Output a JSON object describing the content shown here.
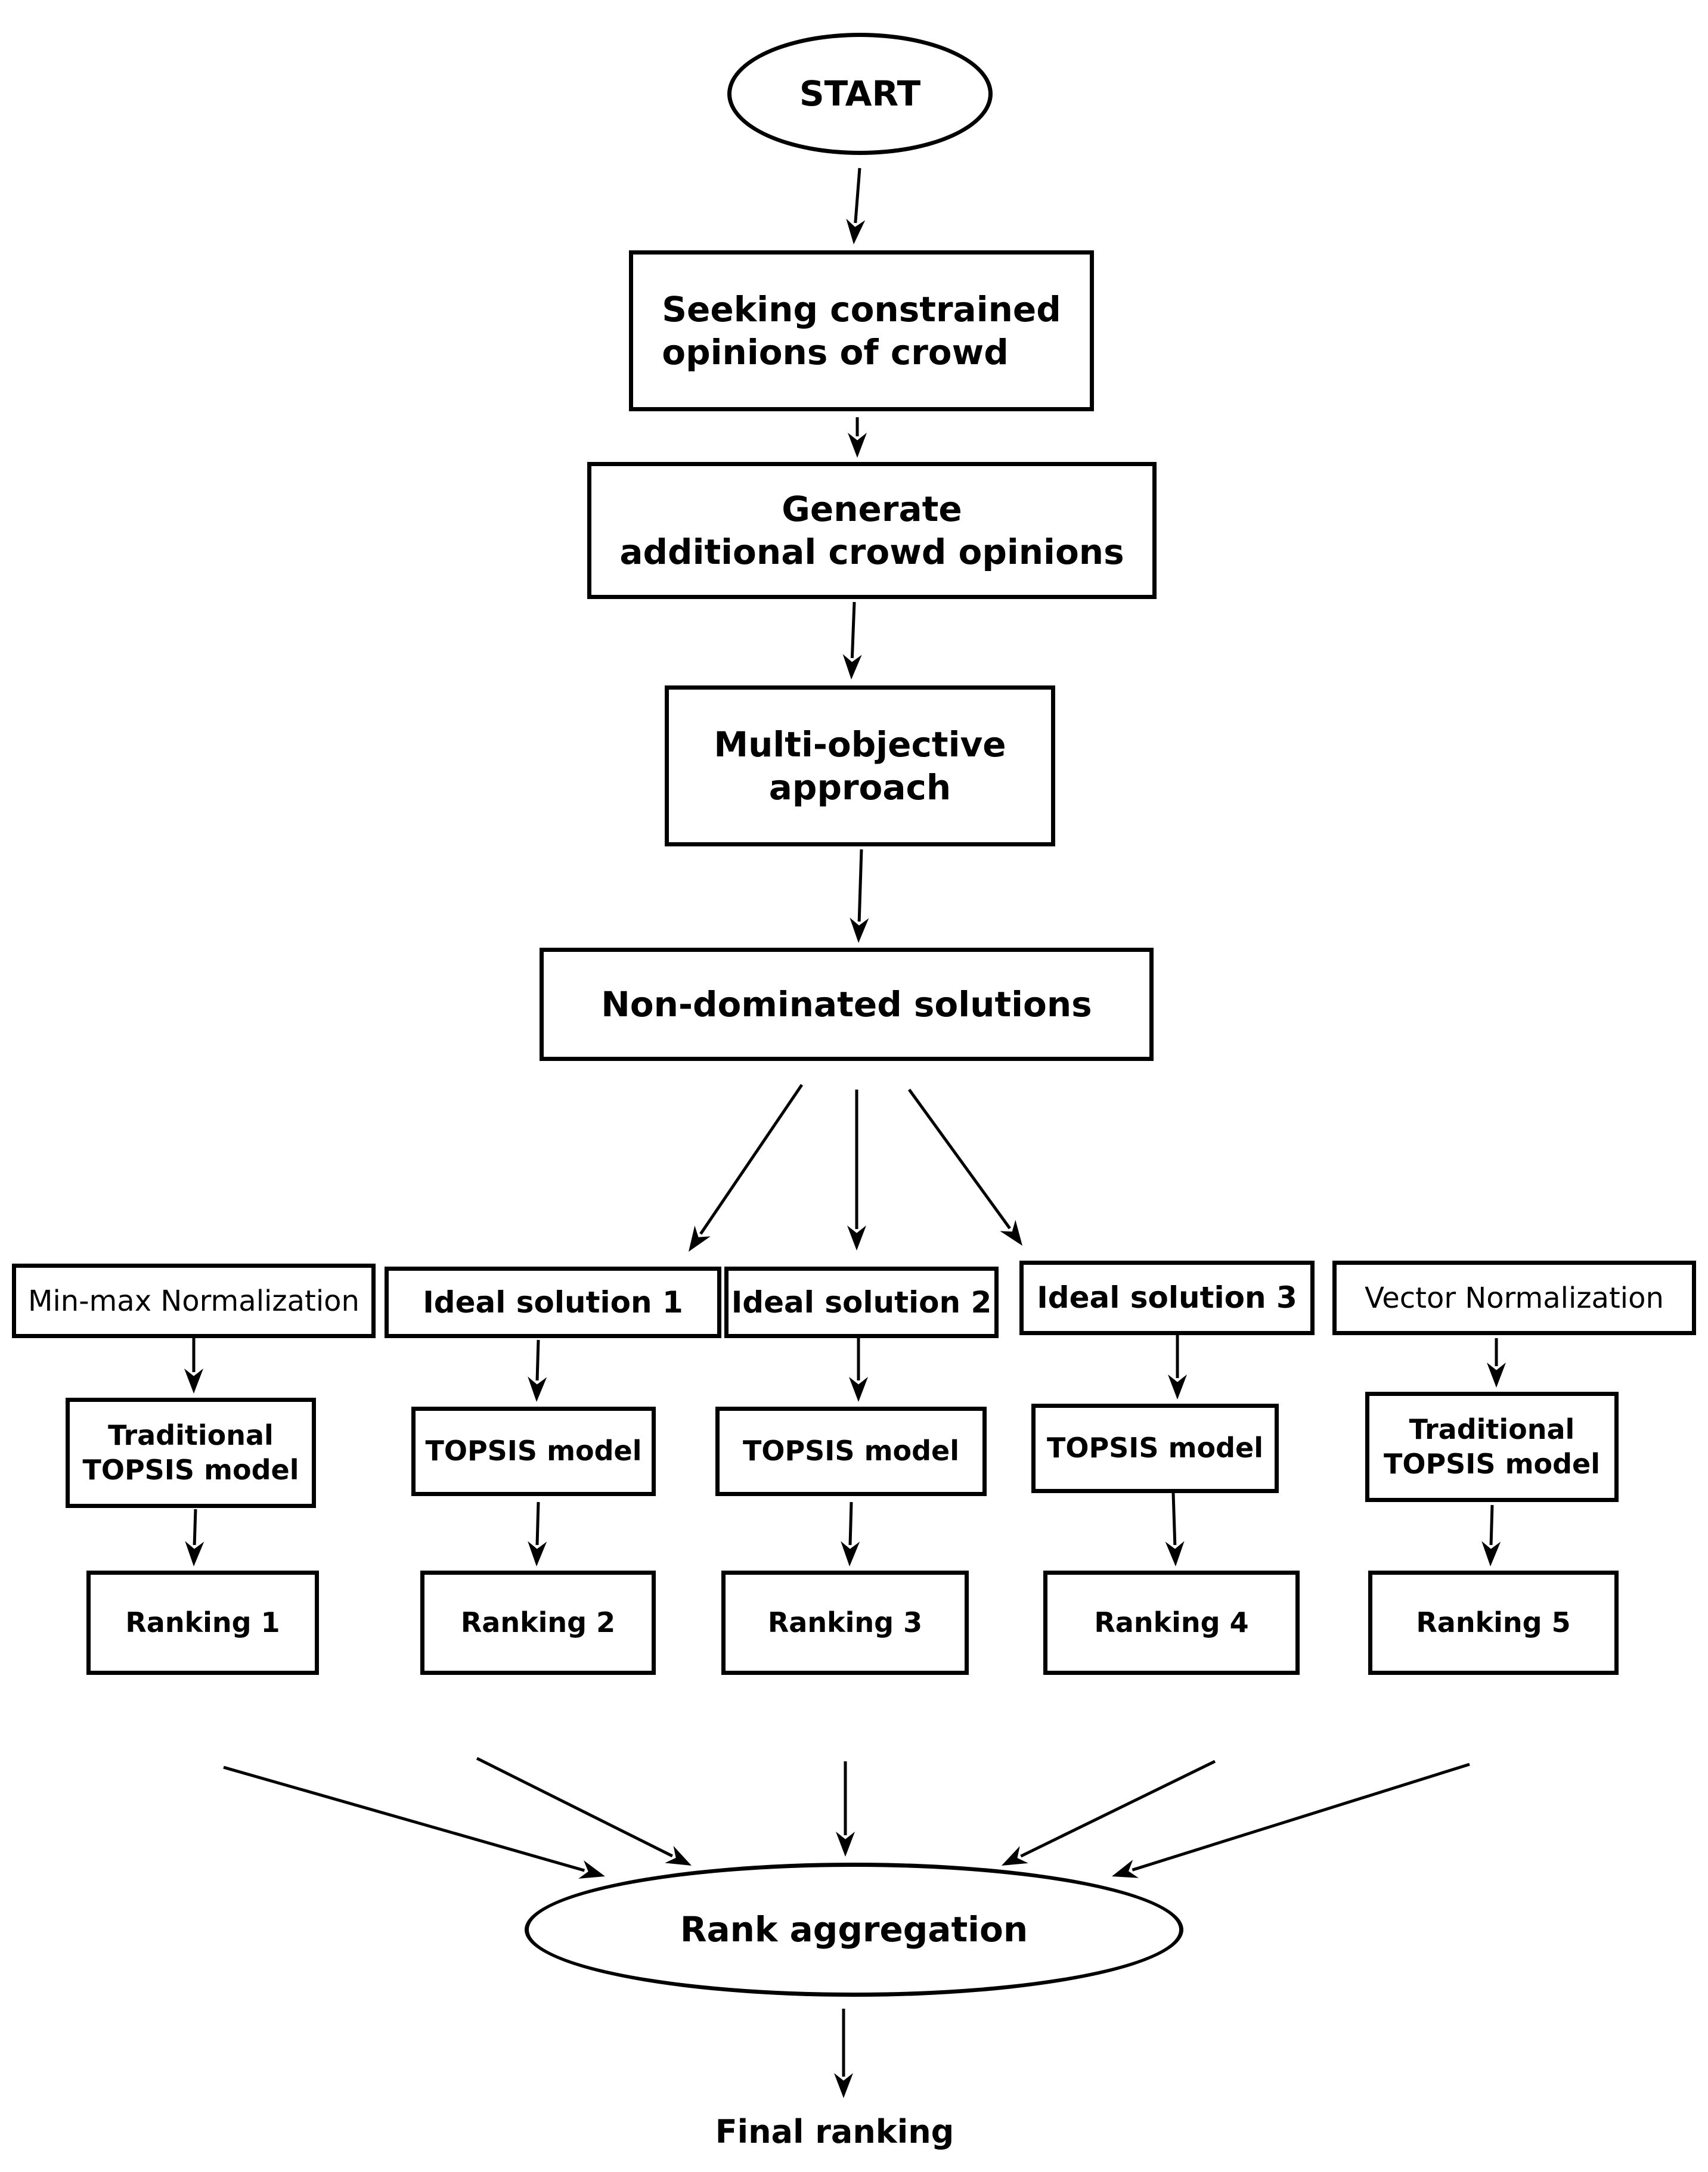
{
  "nodes": {
    "start": "START",
    "seek_line1": "Seeking constrained",
    "seek_line2": "opinions of crowd",
    "gen_line1": "Generate",
    "gen_line2": "additional crowd opinions",
    "multi_line1": "Multi-objective",
    "multi_line2": "approach",
    "nondom": "Non-dominated solutions",
    "minmax": "Min-max Normalization",
    "ideal1": "Ideal solution 1",
    "ideal2": "Ideal solution 2",
    "ideal3": "Ideal solution 3",
    "vector": "Vector Normalization",
    "trad1_line1": "Traditional",
    "trad1_line2": "TOPSIS model",
    "topsis1": "TOPSIS model",
    "topsis2": "TOPSIS model",
    "topsis3": "TOPSIS model",
    "trad2_line1": "Traditional",
    "trad2_line2": "TOPSIS model",
    "rank1": "Ranking 1",
    "rank2": "Ranking 2",
    "rank3": "Ranking 3",
    "rank4": "Ranking 4",
    "rank5": "Ranking 5",
    "aggregation": "Rank aggregation",
    "final": "Final ranking"
  }
}
